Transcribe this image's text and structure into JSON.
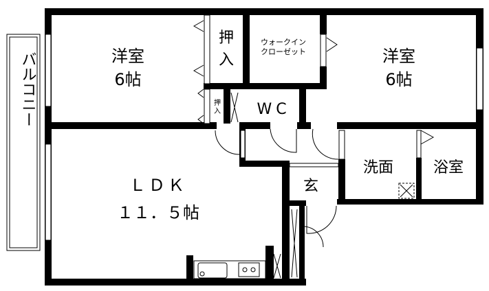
{
  "title": "Floor plan 2LDK",
  "rooms": {
    "western_room_left": {
      "name": "洋室",
      "size": "6帖"
    },
    "closet_large": {
      "line1": "押",
      "line2": "入"
    },
    "walk_in_closet": {
      "line1": "ウォークイン",
      "line2": "クローゼット"
    },
    "western_room_right": {
      "name": "洋室",
      "size": "6帖"
    },
    "closet_small": {
      "line1": "押",
      "line2": "入"
    },
    "toilet": {
      "name": "WC"
    },
    "balcony": {
      "name": "バルコニー"
    },
    "ldk": {
      "name": "ＬＤＫ",
      "size": "１１．５帖"
    },
    "entrance": {
      "name": "玄"
    },
    "washroom": {
      "name": "洗面"
    },
    "bathroom": {
      "name": "浴室"
    }
  },
  "colors": {
    "wall": "#000000",
    "background": "#ffffff"
  }
}
